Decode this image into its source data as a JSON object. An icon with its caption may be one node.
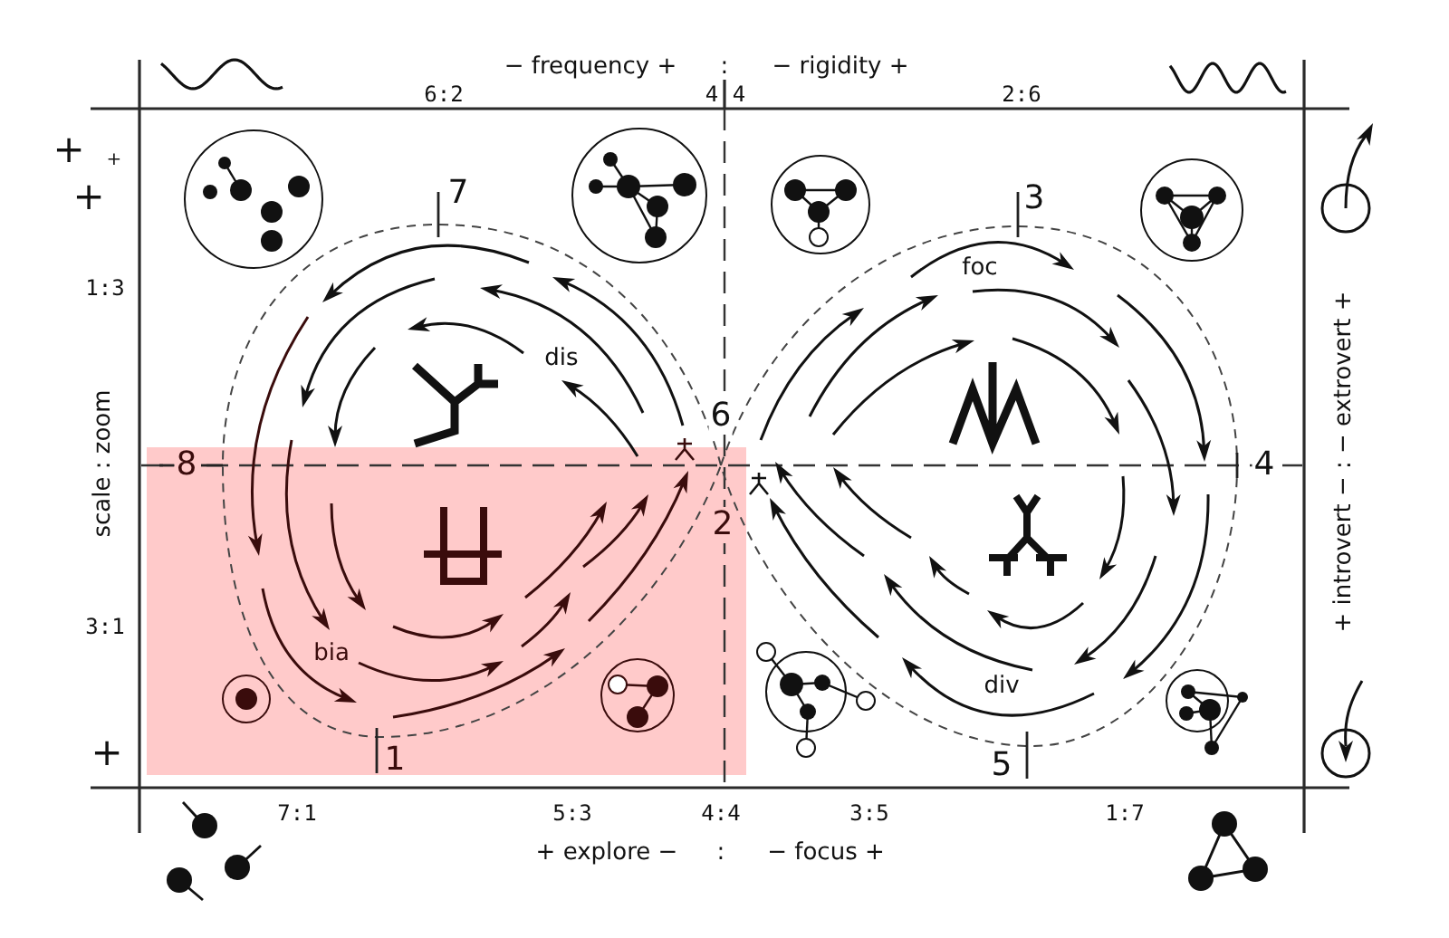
{
  "diagram": {
    "labels": [
      "− frequency +",
      ":",
      "− rigidity +",
      "6:2",
      "4",
      "4",
      "2:6",
      "+",
      "+",
      "+",
      "7",
      "3",
      "foc",
      "1:3",
      "dis",
      "6",
      "scale : zoom",
      "8",
      "+ introvert − : − extrovert +",
      "4",
      "2",
      "3:1",
      "bia",
      "div",
      "+",
      "1",
      "5",
      "7:1",
      "5:3",
      "4:4",
      "3:5",
      "1:7",
      "+ explore −",
      ":",
      "− focus +"
    ]
  }
}
